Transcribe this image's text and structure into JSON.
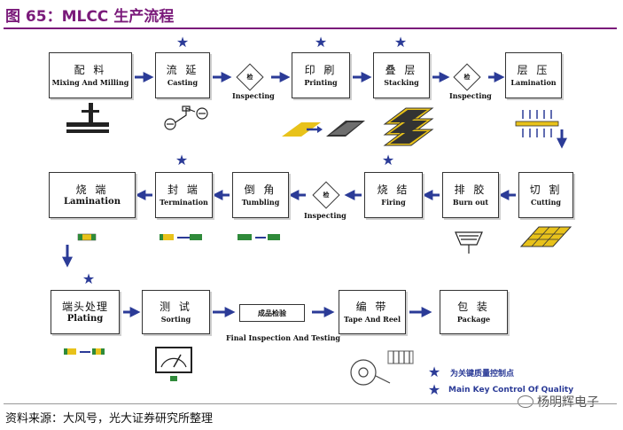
{
  "title": "图 65：MLCC 生产流程",
  "source": "资料来源：大风号，光大证券研究所整理",
  "watermark": "杨明辉电子",
  "colors": {
    "accent": "#7a1a7a",
    "arrow": "#2b3b97",
    "star": "#2b3b97",
    "green": "#2f8a3a",
    "yellow": "#e2c21c"
  },
  "inspect_mark": "检",
  "steps": {
    "mixing": {
      "cn": "配 料",
      "en": "Mixing And Milling"
    },
    "casting": {
      "cn": "流 延",
      "en": "Casting"
    },
    "printing": {
      "cn": "印 刷",
      "en": "Printing"
    },
    "stacking": {
      "cn": "叠 层",
      "en": "Stacking"
    },
    "lamination1": {
      "cn": "层 压",
      "en": "Lamination"
    },
    "cutting": {
      "cn": "切 割",
      "en": "Cutting"
    },
    "burnout": {
      "cn": "排 胶",
      "en": "Burn out"
    },
    "firing": {
      "cn": "烧 结",
      "en": "Firing"
    },
    "tumbling": {
      "cn": "倒 角",
      "en": "Tumbling"
    },
    "termination": {
      "cn": "封 端",
      "en": "Termination"
    },
    "lamination2": {
      "cn": "烧 端",
      "en": "Lamination"
    },
    "plating": {
      "cn": "端头处理",
      "en": "Plating"
    },
    "sorting": {
      "cn": "测 试",
      "en": "Sorting"
    },
    "final": {
      "cn": "成品检验",
      "en": "Final Inspection And Testing"
    },
    "tape": {
      "cn": "编 带",
      "en": "Tape And Reel"
    },
    "package": {
      "cn": "包 装",
      "en": "Package"
    }
  },
  "inspecting_label": "Inspecting",
  "legend": {
    "cn": "为关键质量控制点",
    "en": "Main Key Control Of Quality"
  }
}
